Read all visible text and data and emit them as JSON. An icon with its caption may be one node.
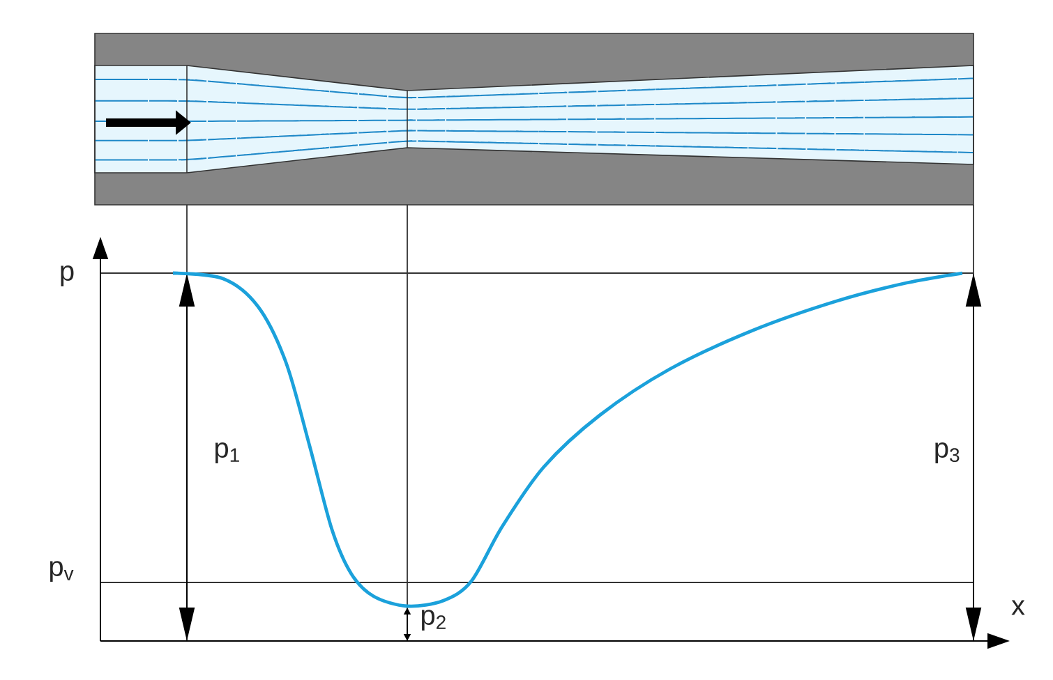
{
  "diagram": {
    "labels": [
      "p",
      "p$_{1}$",
      "p$_{3}$",
      "p$_{v}$",
      "p$_{2}$",
      "x"
    ]
  }
}
